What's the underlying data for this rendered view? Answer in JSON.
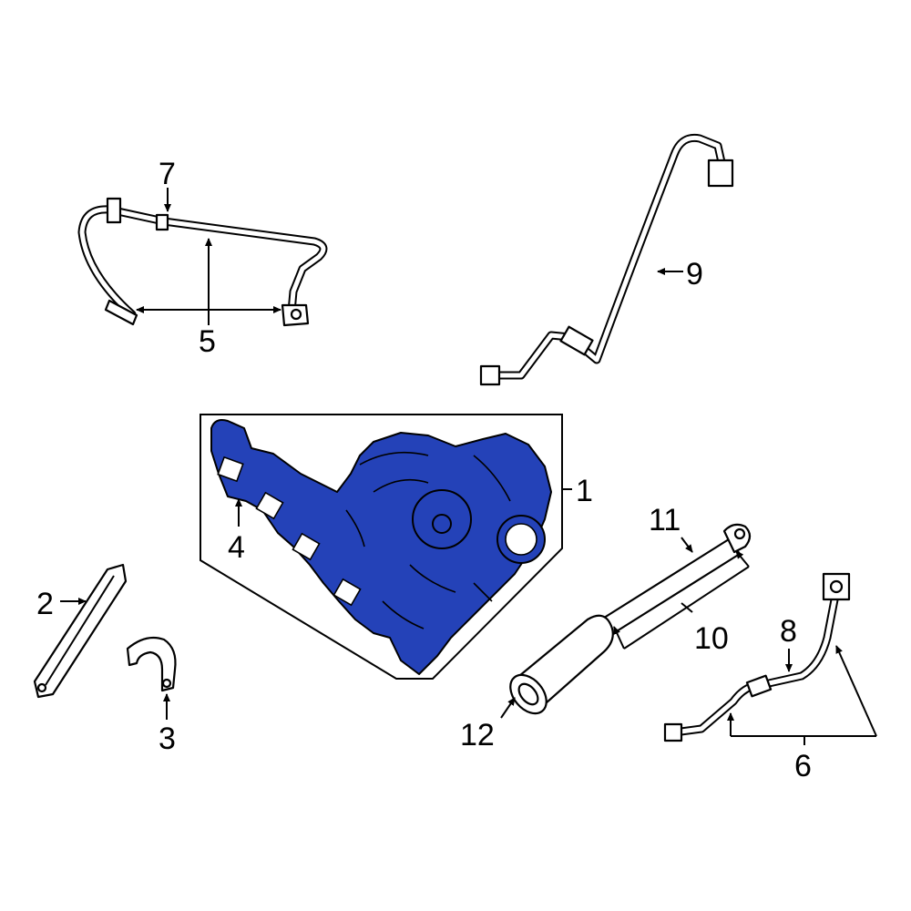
{
  "diagram": {
    "highlight_color": "#2442b8",
    "line_color": "#000000",
    "callouts": [
      {
        "id": "c1",
        "label": "1"
      },
      {
        "id": "c2",
        "label": "2"
      },
      {
        "id": "c3",
        "label": "3"
      },
      {
        "id": "c4",
        "label": "4"
      },
      {
        "id": "c5",
        "label": "5"
      },
      {
        "id": "c6",
        "label": "6"
      },
      {
        "id": "c7",
        "label": "7"
      },
      {
        "id": "c8",
        "label": "8"
      },
      {
        "id": "c9",
        "label": "9"
      },
      {
        "id": "c10",
        "label": "10"
      },
      {
        "id": "c11",
        "label": "11"
      },
      {
        "id": "c12",
        "label": "12"
      }
    ]
  }
}
